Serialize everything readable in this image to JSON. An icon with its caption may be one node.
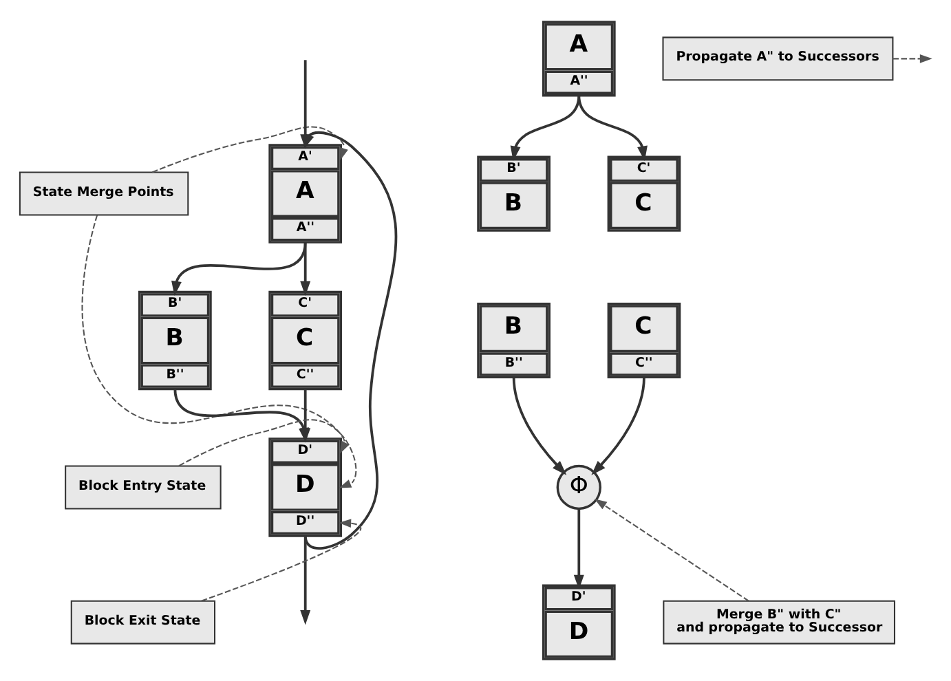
{
  "diagram": {
    "nodes": [
      {
        "text": [
          "A'",
          "A",
          "A''"
        ]
      },
      {
        "text": [
          "State Merge Points"
        ]
      },
      {
        "text": [
          "B'",
          "B",
          "B''"
        ]
      },
      {
        "text": [
          "C'",
          "C",
          "C''"
        ]
      },
      {
        "text": [
          "D'",
          "D",
          "D''"
        ]
      },
      {
        "text": [
          "Block Entry State"
        ]
      },
      {
        "text": [
          "Block Exit State"
        ]
      },
      {
        "text": [
          "A",
          "A''"
        ]
      },
      {
        "text": [
          "Propagate A\" to Successors"
        ]
      },
      {
        "text": [
          "B'",
          "B"
        ]
      },
      {
        "text": [
          "C'",
          "C"
        ]
      },
      {
        "text": [
          "B",
          "B''"
        ]
      },
      {
        "text": [
          "C",
          "C''"
        ]
      },
      {
        "text": [
          "Φ"
        ]
      },
      {
        "text": [
          "Merge B\" with C\" and propagate to Successor"
        ]
      },
      {
        "text": [
          "D'",
          "D"
        ]
      }
    ],
    "edges": [
      {
        "from": null,
        "to": 0,
        "arrow": "to"
      },
      {
        "from": 4,
        "to": 0,
        "arrow": "to"
      },
      {
        "from": 0,
        "to": 2,
        "arrow": "to"
      },
      {
        "from": 0,
        "to": 3,
        "arrow": "to"
      },
      {
        "from": 2,
        "to": 4,
        "arrow": "to"
      },
      {
        "from": 3,
        "to": 4,
        "arrow": "to"
      },
      {
        "from": 4,
        "to": null,
        "arrow": "to"
      },
      {
        "from": 1,
        "to": 0,
        "arrow": "to",
        "style": "dashed",
        "color": "#555555"
      },
      {
        "from": 1,
        "to": 4,
        "arrow": "to",
        "style": "dashed",
        "color": "#555555"
      },
      {
        "from": 5,
        "to": 4,
        "arrow": "to",
        "style": "dashed",
        "color": "#555555"
      },
      {
        "from": 6,
        "to": 4,
        "arrow": "to",
        "style": "dashed",
        "color": "#555555"
      },
      {
        "from": 7,
        "to": 9,
        "arrow": "to"
      },
      {
        "from": 7,
        "to": 10,
        "arrow": "to"
      },
      {
        "from": 8,
        "to": null,
        "arrow": "to",
        "style": "dashed",
        "color": "#555555"
      },
      {
        "from": 11,
        "to": 13,
        "arrow": "to"
      },
      {
        "from": 12,
        "to": 13,
        "arrow": "to"
      },
      {
        "from": 13,
        "to": 15,
        "arrow": "to"
      },
      {
        "from": 14,
        "to": 13,
        "arrow": "to",
        "style": "dashed",
        "color": "#555555"
      }
    ]
  }
}
